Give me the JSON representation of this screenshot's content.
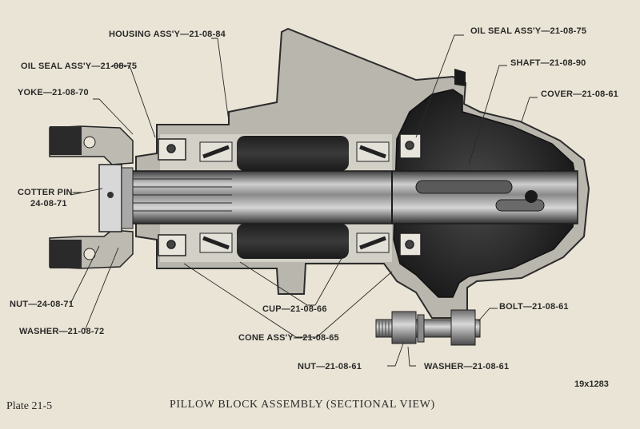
{
  "labels": {
    "housing": "HOUSING ASS'Y—21-08-84",
    "oil_seal_left": "OIL SEAL ASS'Y—21-08-75",
    "yoke": "YOKE—21-08-70",
    "cotter_pin_line1": "COTTER PIN—",
    "cotter_pin_line2": "24-08-71",
    "nut_left": "NUT—24-08-71",
    "washer_left": "WASHER—21-08-72",
    "oil_seal_right": "OIL SEAL ASS'Y—21-08-75",
    "shaft": "SHAFT—21-08-90",
    "cover": "COVER—21-08-61",
    "bolt": "BOLT—21-08-61",
    "cup": "CUP—21-08-66",
    "cone": "CONE ASS'Y—21-08-65",
    "nut_bottom": "NUT—21-08-61",
    "washer_bottom": "WASHER—21-08-61"
  },
  "code": "19x1283",
  "plate": "Plate 21-5",
  "title": "PILLOW BLOCK ASSEMBLY (SECTIONAL VIEW)"
}
